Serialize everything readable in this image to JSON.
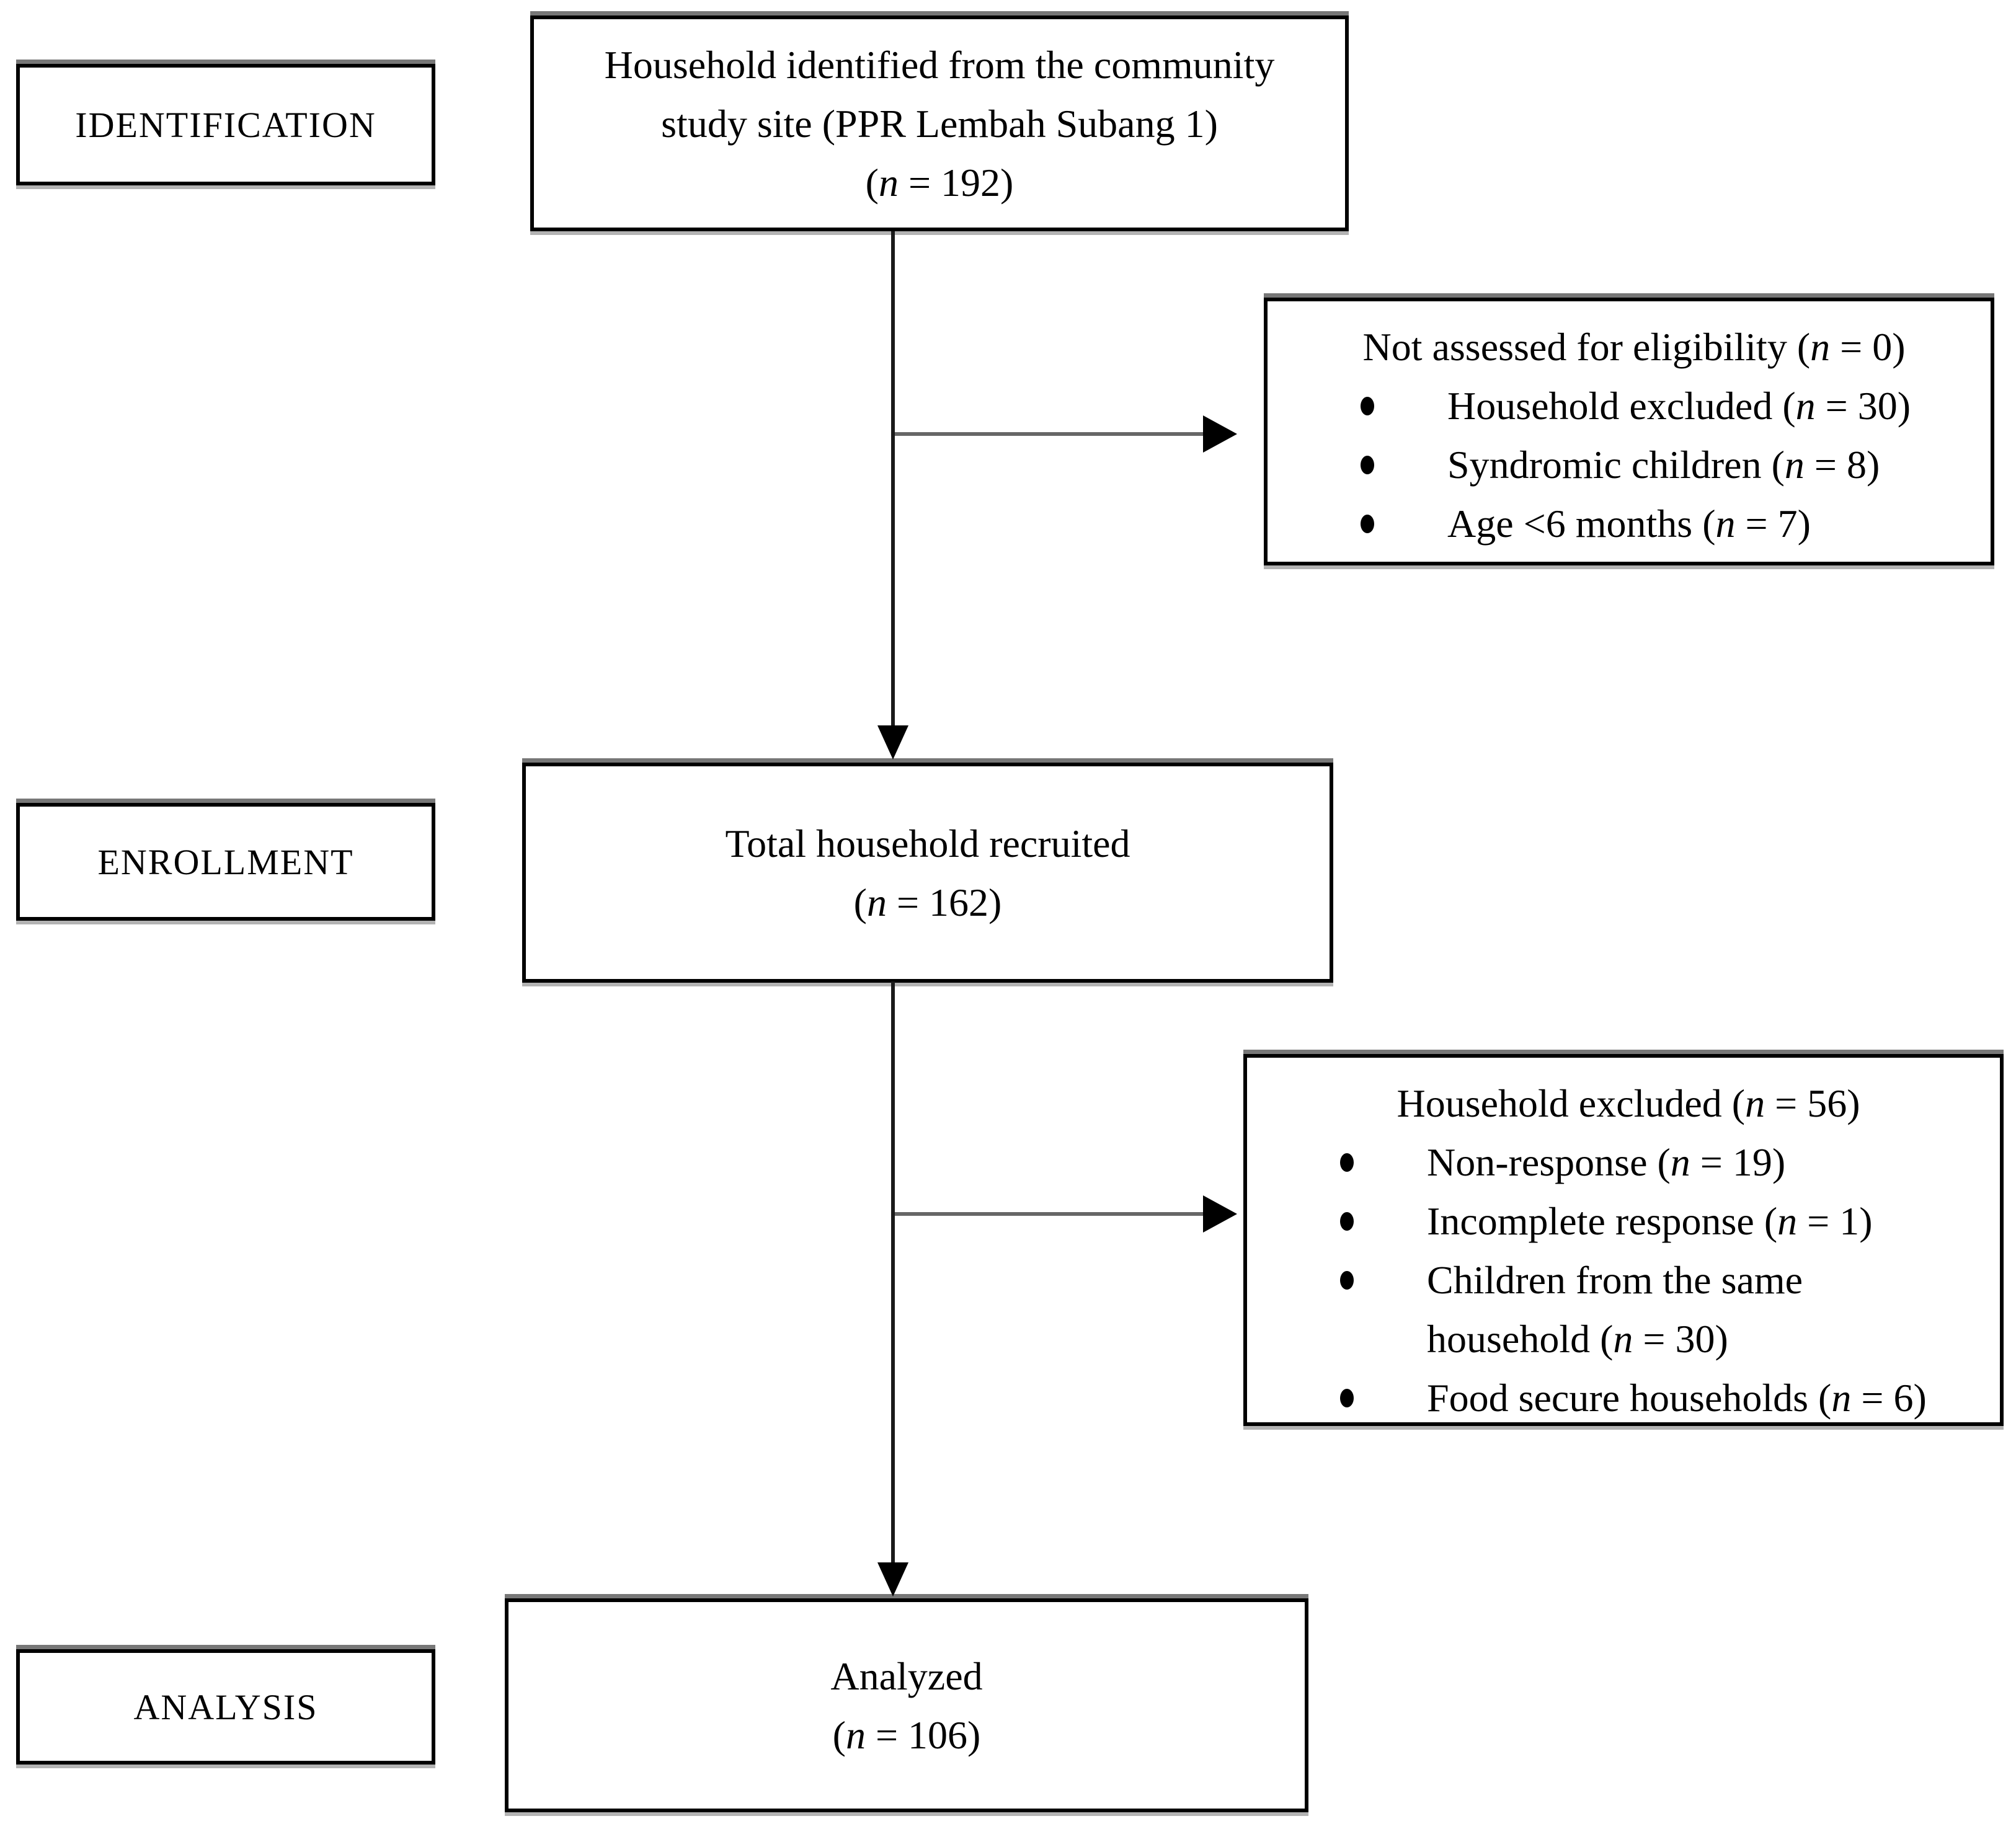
{
  "colors": {
    "background": "#ffffff",
    "text": "#000000",
    "border": "#000000",
    "connector": "#666666",
    "shadow-dark": "#777777",
    "shadow-light": "#b3b3b3"
  },
  "stages": [
    {
      "label": "IDENTIFICATION"
    },
    {
      "label": "ENROLLMENT"
    },
    {
      "label": "ANALYSIS"
    }
  ],
  "flow_boxes": [
    {
      "id": "identified",
      "lines": [
        {
          "t": "Household identified from the community"
        },
        {
          "t": "study site (PPR Lembah Subang 1)"
        },
        {
          "t": "(",
          "i": "n",
          "t2": " = 192)"
        }
      ]
    },
    {
      "id": "recruited",
      "lines": [
        {
          "t": "Total household recruited"
        },
        {
          "t": "(",
          "i": "n",
          "t2": " = 162)"
        }
      ]
    },
    {
      "id": "analyzed",
      "lines": [
        {
          "t": "Analyzed"
        },
        {
          "t": "(",
          "i": "n",
          "t2": " = 106)"
        }
      ]
    }
  ],
  "side_boxes": [
    {
      "id": "not-assessed",
      "title": {
        "t": "Not assessed for eligibility (",
        "i": "n",
        "t2": " = 0)"
      },
      "items": [
        {
          "t": "Household excluded (",
          "i": "n",
          "t2": " = 30)"
        },
        {
          "t": "Syndromic children (",
          "i": "n",
          "t2": " = 8)"
        },
        {
          "t": "Age <6 months (",
          "i": "n",
          "t2": " = 7)"
        }
      ]
    },
    {
      "id": "excluded",
      "title": {
        "t": "Household excluded (",
        "i": "n",
        "t2": " = 56)"
      },
      "items": [
        {
          "t": "Non-response (",
          "i": "n",
          "t2": " = 19)"
        },
        {
          "t": "Incomplete response (",
          "i": "n",
          "t2": " = 1)"
        },
        {
          "t": "Children from the same\nhousehold (",
          "i": "n",
          "t2": " = 30)"
        },
        {
          "t": "Food secure households (",
          "i": "n",
          "t2": " = 6)"
        }
      ]
    }
  ]
}
